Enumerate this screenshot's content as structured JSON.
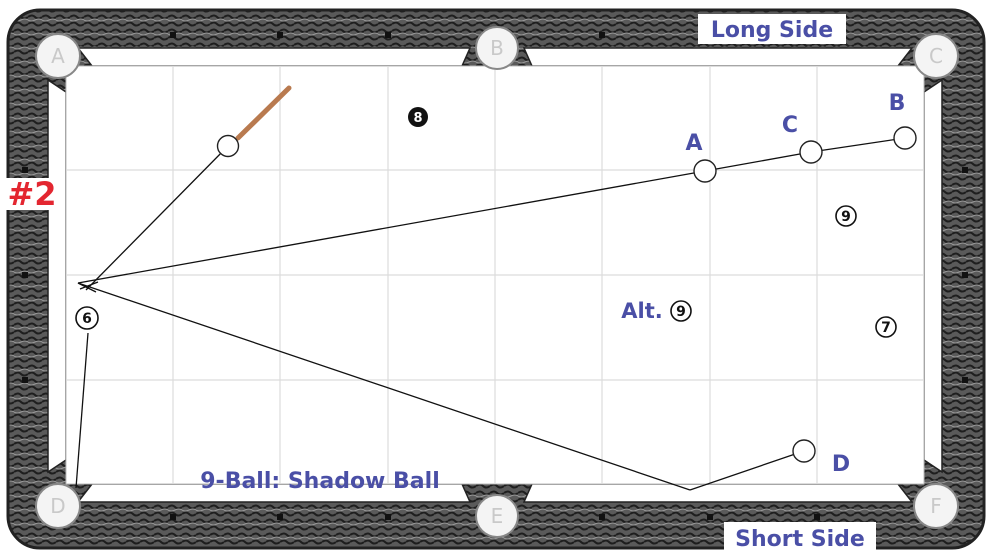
{
  "diagram": {
    "number_label": "#2",
    "title": "9-Ball: Shadow Ball",
    "long_side_label": "Long Side",
    "short_side_label": "Short Side",
    "alt_label": "Alt.",
    "pockets": {
      "a": "A",
      "b": "B",
      "c": "C",
      "d": "D",
      "e": "E",
      "f": "F"
    },
    "positions": {
      "a": "A",
      "b": "B",
      "c": "C",
      "d": "D"
    },
    "balls": {
      "eight": "8",
      "nine": "9",
      "alt_nine": "9",
      "seven": "7",
      "six": "6"
    }
  },
  "colors": {
    "accent_text": "#4a4fa6",
    "diagram_number": "#e32630",
    "cue_stick": "#b97a4f",
    "rail_wood": "#3a3a3a",
    "cloth": "#ffffff",
    "grid": "#d8d8d8"
  }
}
